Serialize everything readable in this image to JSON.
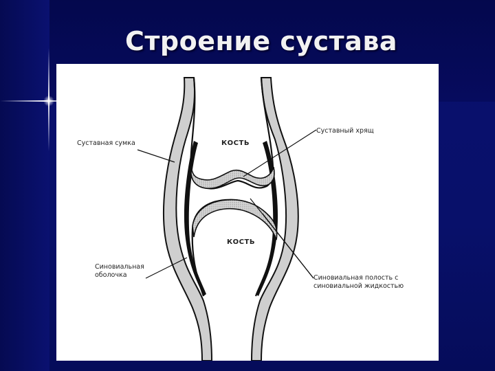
{
  "slide": {
    "title": "Строение сустава"
  },
  "diagram": {
    "bone_upper": "КОСТЬ",
    "bone_lower": "КОСТЬ",
    "labels": {
      "capsule": "Суставная сумка",
      "cartilage": "Суставный хрящ",
      "synovial_membrane_line1": "Синовиальная",
      "synovial_membrane_line2": "оболочка",
      "cavity_line1": "Синовиальная полость с",
      "cavity_line2": "синовиальной жидкостью"
    }
  },
  "colors": {
    "background": "#0a0f6e",
    "title": "#f2f2f2",
    "figure_bg": "#ffffff",
    "bone_fill": "#c8c8c8",
    "outline": "#111111"
  }
}
